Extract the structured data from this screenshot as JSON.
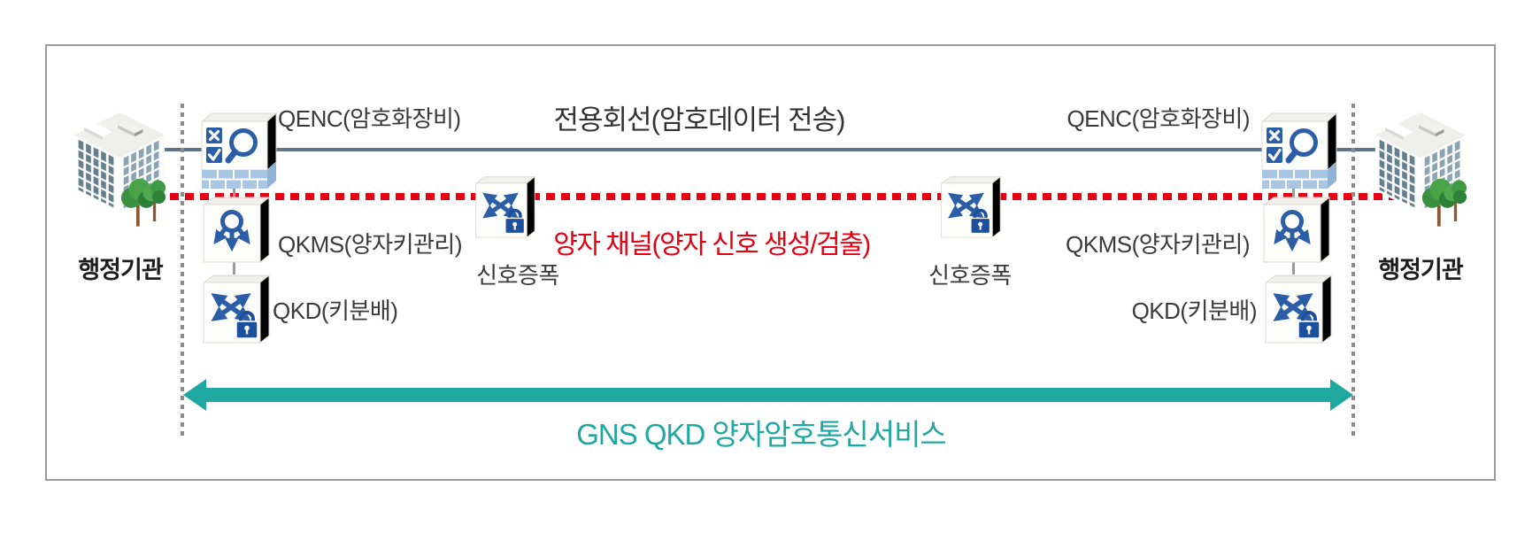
{
  "sites": {
    "left": {
      "label": "행정기관"
    },
    "right": {
      "label": "행정기관"
    }
  },
  "links": {
    "dedicated_line_label": "전용회선(암호데이터 전송)",
    "quantum_channel_label": "양자 채널(양자 신호 생성/검출)"
  },
  "devices": {
    "qenc_left": {
      "label": "QENC(암호화장비)"
    },
    "qenc_right": {
      "label": "QENC(암호화장비)"
    },
    "qkms_left": {
      "label": "QKMS(양자키관리)"
    },
    "qkms_right": {
      "label": "QKMS(양자키관리)"
    },
    "qkd_left": {
      "label": "QKD(키분배)"
    },
    "qkd_right": {
      "label": "QKD(키분배)"
    },
    "amp_left": {
      "label": "신호증폭"
    },
    "amp_right": {
      "label": "신호증폭"
    }
  },
  "service": {
    "label": "GNS QKD 양자암호통신서비스"
  },
  "icons": {
    "building": "government-building-icon",
    "qenc": "firewall-inspection-icon (checkbox-x, checkbox-check, magnifier, brick base)",
    "qkms": "key-distribution-icon (ring with three down arrows)",
    "qkd": "crossing-arrows-lock-icon",
    "amp": "crossing-arrows-lock-icon",
    "service_span": "double-headed-arrow-icon"
  },
  "colors": {
    "teal": "#1fa8a2",
    "red": "#e60012",
    "dedicated_line_blue": "#5e7589",
    "icon_blue": "#2b5ea7",
    "lock_blue": "#1e4f9c",
    "brick_blue": "#a9c6e2",
    "boundary_gray": "#8c8c8c",
    "frame_gray": "#9b9b9b",
    "text_dark": "#3a3a3a"
  }
}
